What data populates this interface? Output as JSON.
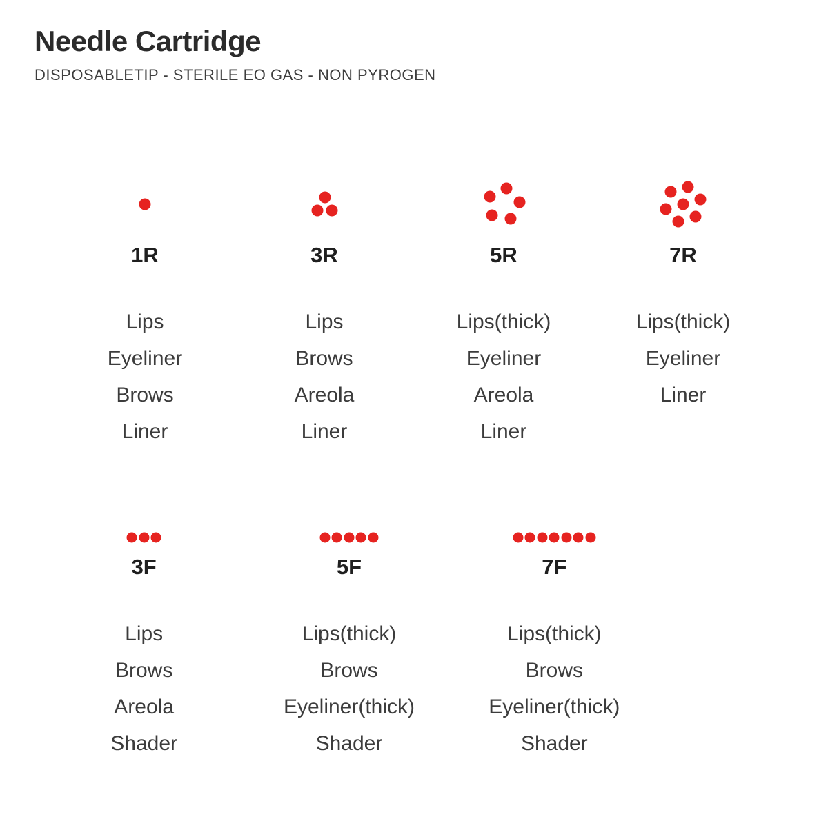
{
  "header": {
    "title": "Needle Cartridge",
    "subtitle": "DISPOSABLETIP - STERILE EO GAS - NON PYROGEN"
  },
  "colors": {
    "dot": "#e62320",
    "text": "#3c3c3c"
  },
  "rows": [
    {
      "cartridges": [
        {
          "name": "1R",
          "dot_layout": "round-1",
          "dot_count": 1,
          "uses": [
            "Lips",
            "Eyeliner",
            "Brows",
            "Liner"
          ]
        },
        {
          "name": "3R",
          "dot_layout": "round-3",
          "dot_count": 3,
          "uses": [
            "Lips",
            "Brows",
            "Areola",
            "Liner"
          ]
        },
        {
          "name": "5R",
          "dot_layout": "round-5",
          "dot_count": 5,
          "uses": [
            "Lips(thick)",
            "Eyeliner",
            "Areola",
            "Liner"
          ]
        },
        {
          "name": "7R",
          "dot_layout": "round-7",
          "dot_count": 7,
          "uses": [
            "Lips(thick)",
            "Eyeliner",
            "Liner"
          ]
        }
      ]
    },
    {
      "cartridges": [
        {
          "name": "3F",
          "dot_layout": "flat-3",
          "dot_count": 3,
          "uses": [
            "Lips",
            "Brows",
            "Areola",
            "Shader"
          ]
        },
        {
          "name": "5F",
          "dot_layout": "flat-5",
          "dot_count": 5,
          "uses": [
            "Lips(thick)",
            "Brows",
            "Eyeliner(thick)",
            "Shader"
          ]
        },
        {
          "name": "7F",
          "dot_layout": "flat-7",
          "dot_count": 7,
          "uses": [
            "Lips(thick)",
            "Brows",
            "Eyeliner(thick)",
            "Shader"
          ]
        }
      ]
    }
  ]
}
